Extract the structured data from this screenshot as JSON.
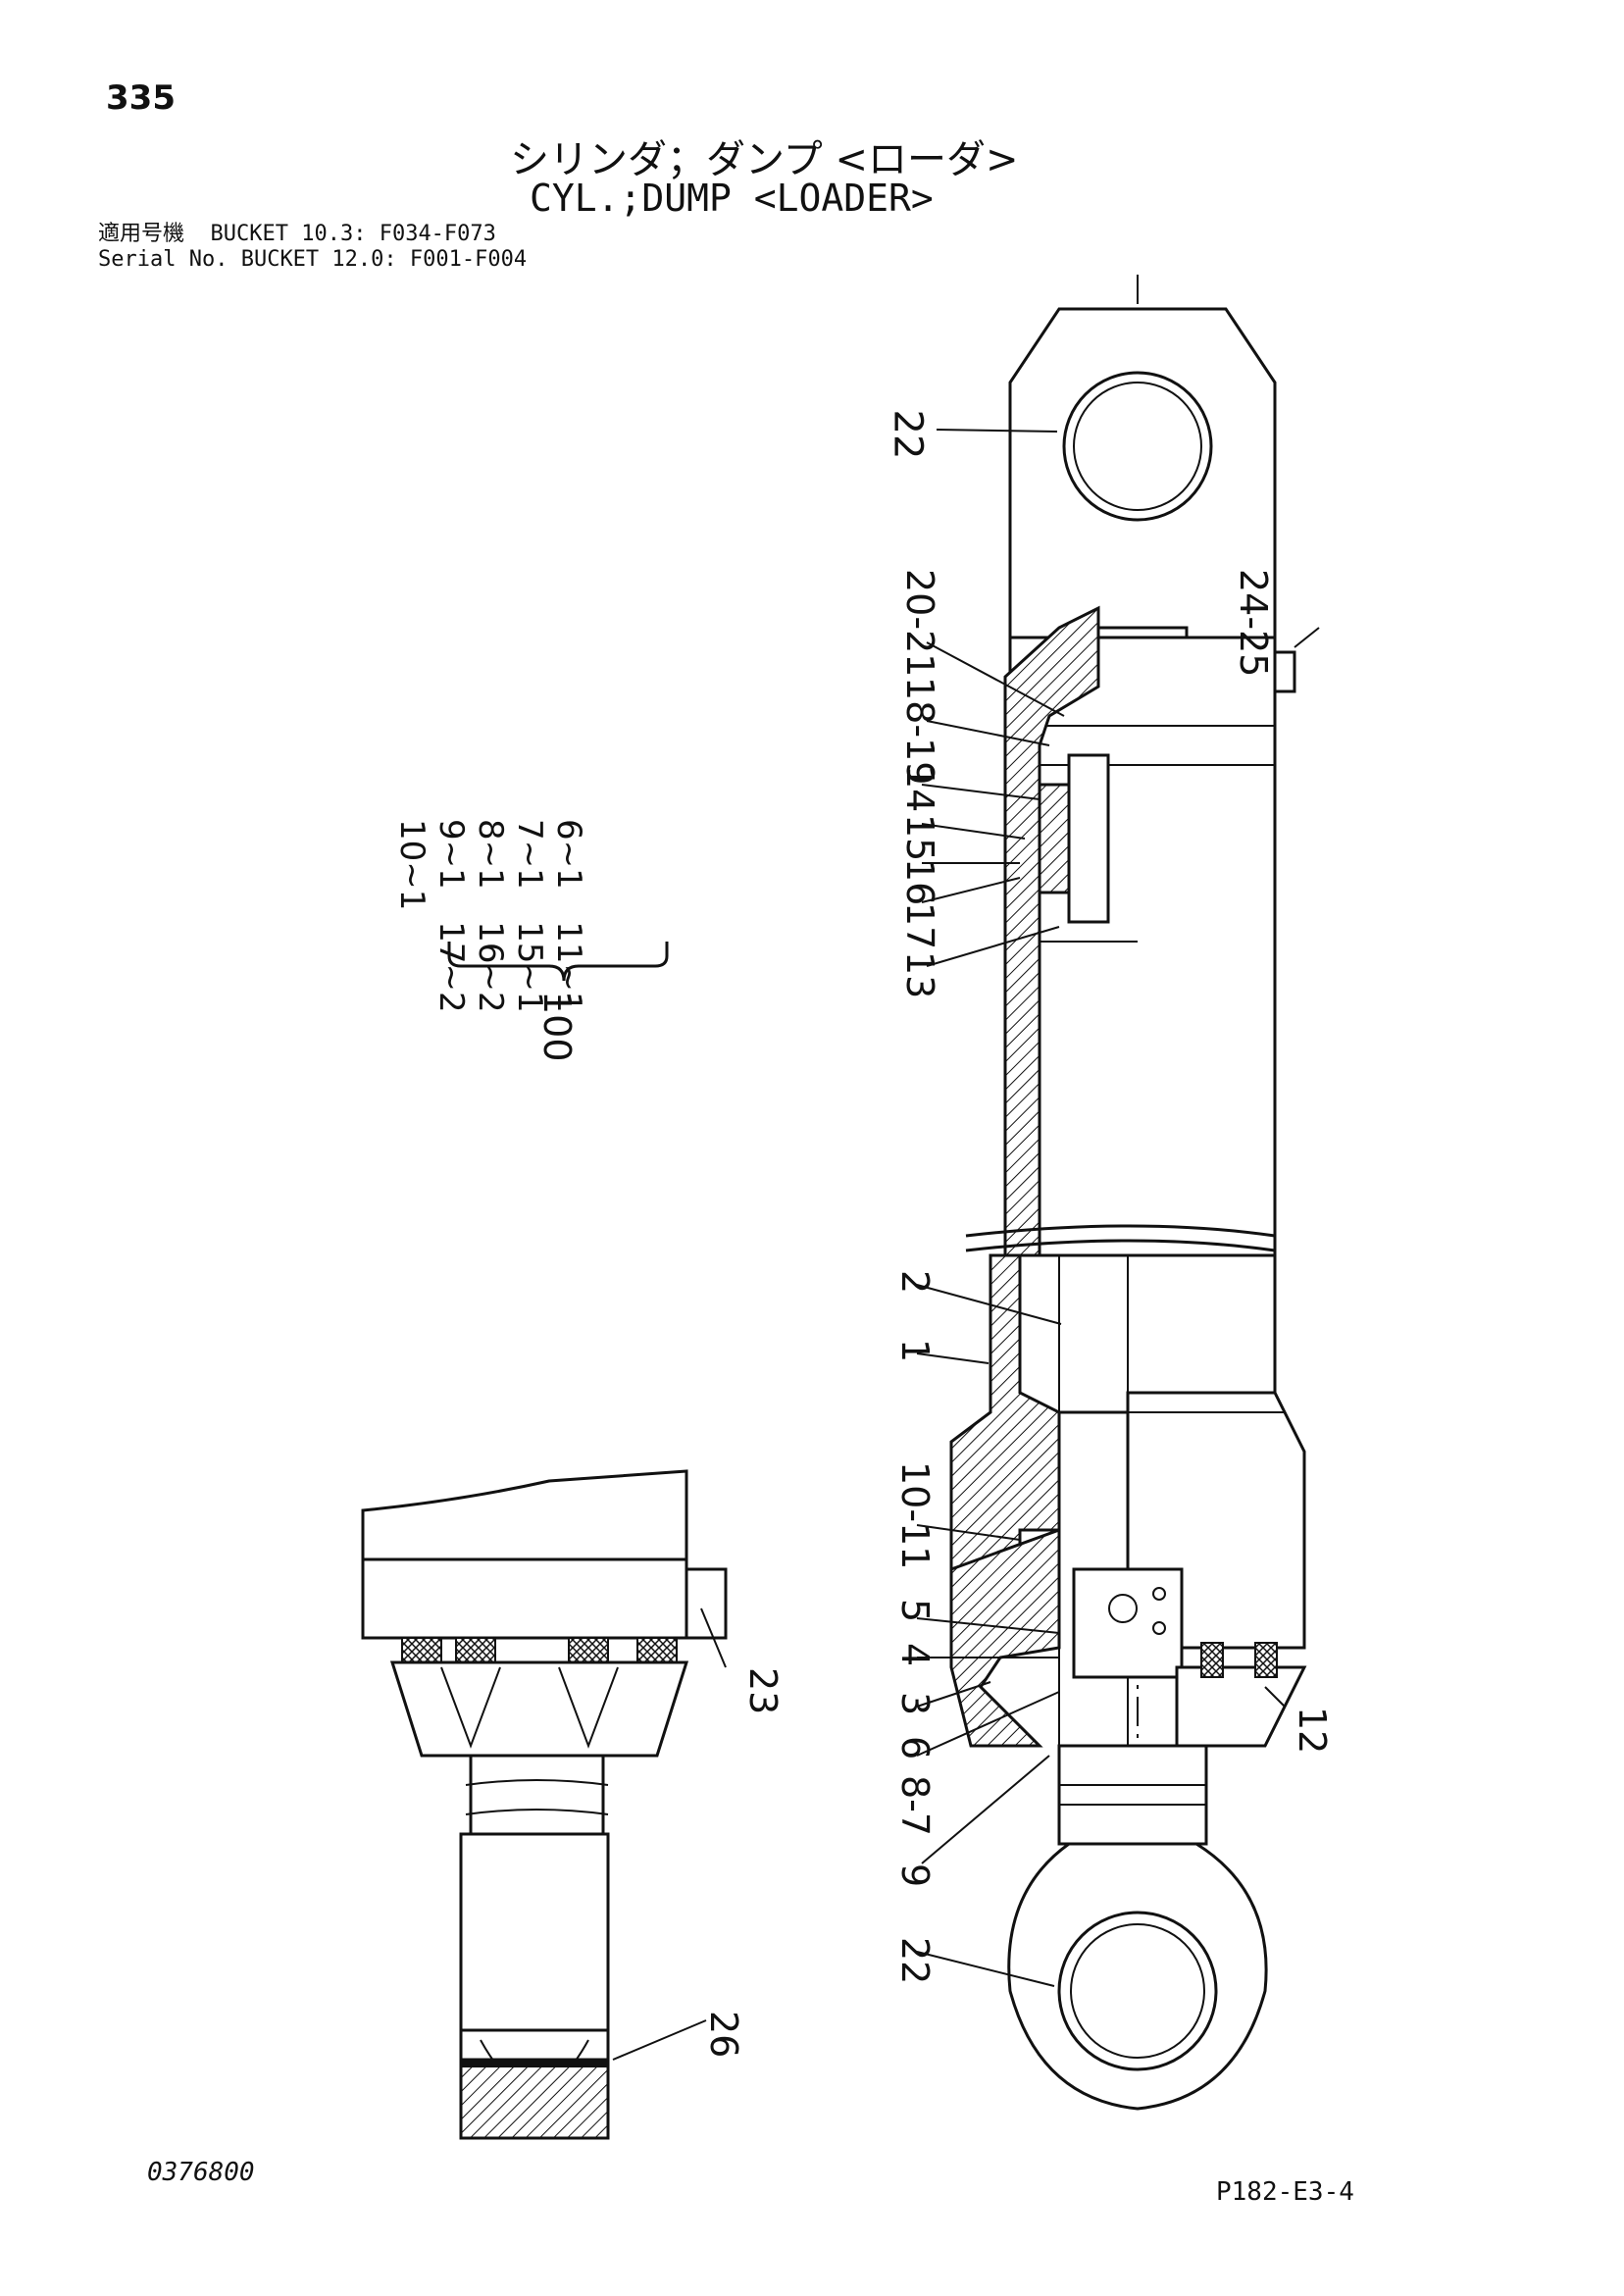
{
  "page_number": "335",
  "title_jp": "シリンダ；ダンプ <ローダ>",
  "title_en": "CYL.;DUMP <LOADER>",
  "serial": {
    "label_jp": "適用号機",
    "label_en": "Serial No.",
    "line1": "BUCKET 10.3: F034-F073",
    "line2": "BUCKET 12.0: F001-F004"
  },
  "kit": {
    "number": "100",
    "items": [
      [
        "6~1",
        "11~1"
      ],
      [
        "7~1",
        "15~1"
      ],
      [
        "8~1",
        "16~2"
      ],
      [
        "9~1",
        "17~2"
      ],
      [
        "10~1",
        ""
      ]
    ]
  },
  "callouts": [
    "22",
    "24-25",
    "20-21",
    "18-19",
    "14",
    "15",
    "16",
    "17",
    "13",
    "2",
    "1",
    "10-11",
    "5",
    "4",
    "3",
    "6",
    "8-7",
    "9",
    "22",
    "12",
    "23",
    "26"
  ],
  "drawing_code": "0376800",
  "sheet_code": "P182-E3-4"
}
